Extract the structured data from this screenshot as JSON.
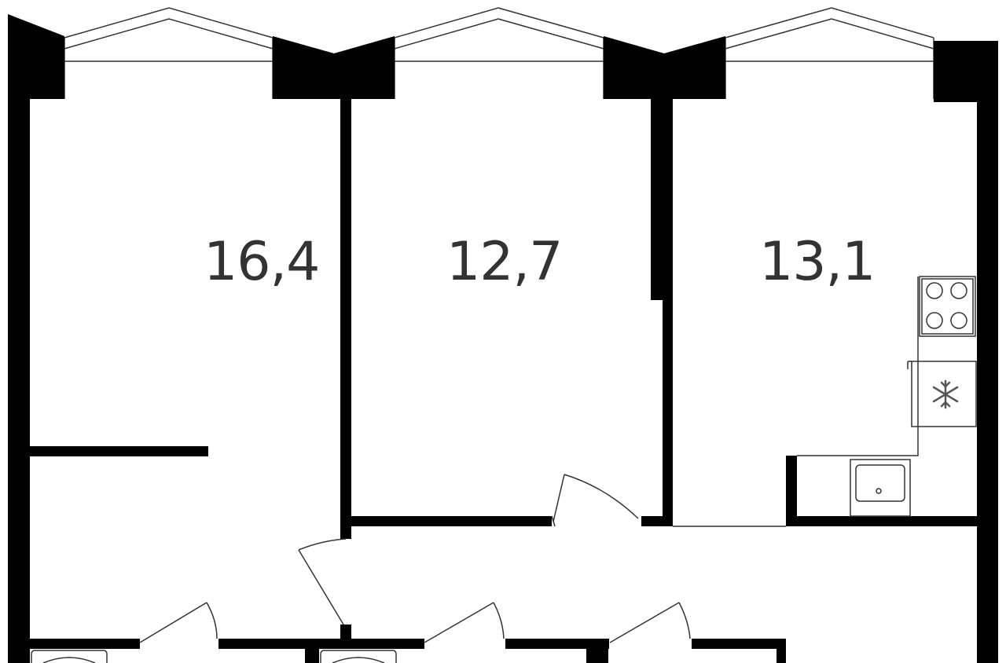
{
  "floorplan": {
    "rooms": [
      {
        "id": "room-left",
        "area_label": "16,4"
      },
      {
        "id": "room-middle",
        "area_label": "12,7"
      },
      {
        "id": "room-right",
        "area_label": "13,1"
      }
    ],
    "fixtures": {
      "stove": "stove-icon",
      "fridge": "snowflake-icon",
      "sink": "sink-icon",
      "washer": "washing-machine-icon"
    },
    "colors": {
      "wall": "#000000",
      "line": "#333333",
      "text": "#333333",
      "background": "#ffffff"
    }
  }
}
